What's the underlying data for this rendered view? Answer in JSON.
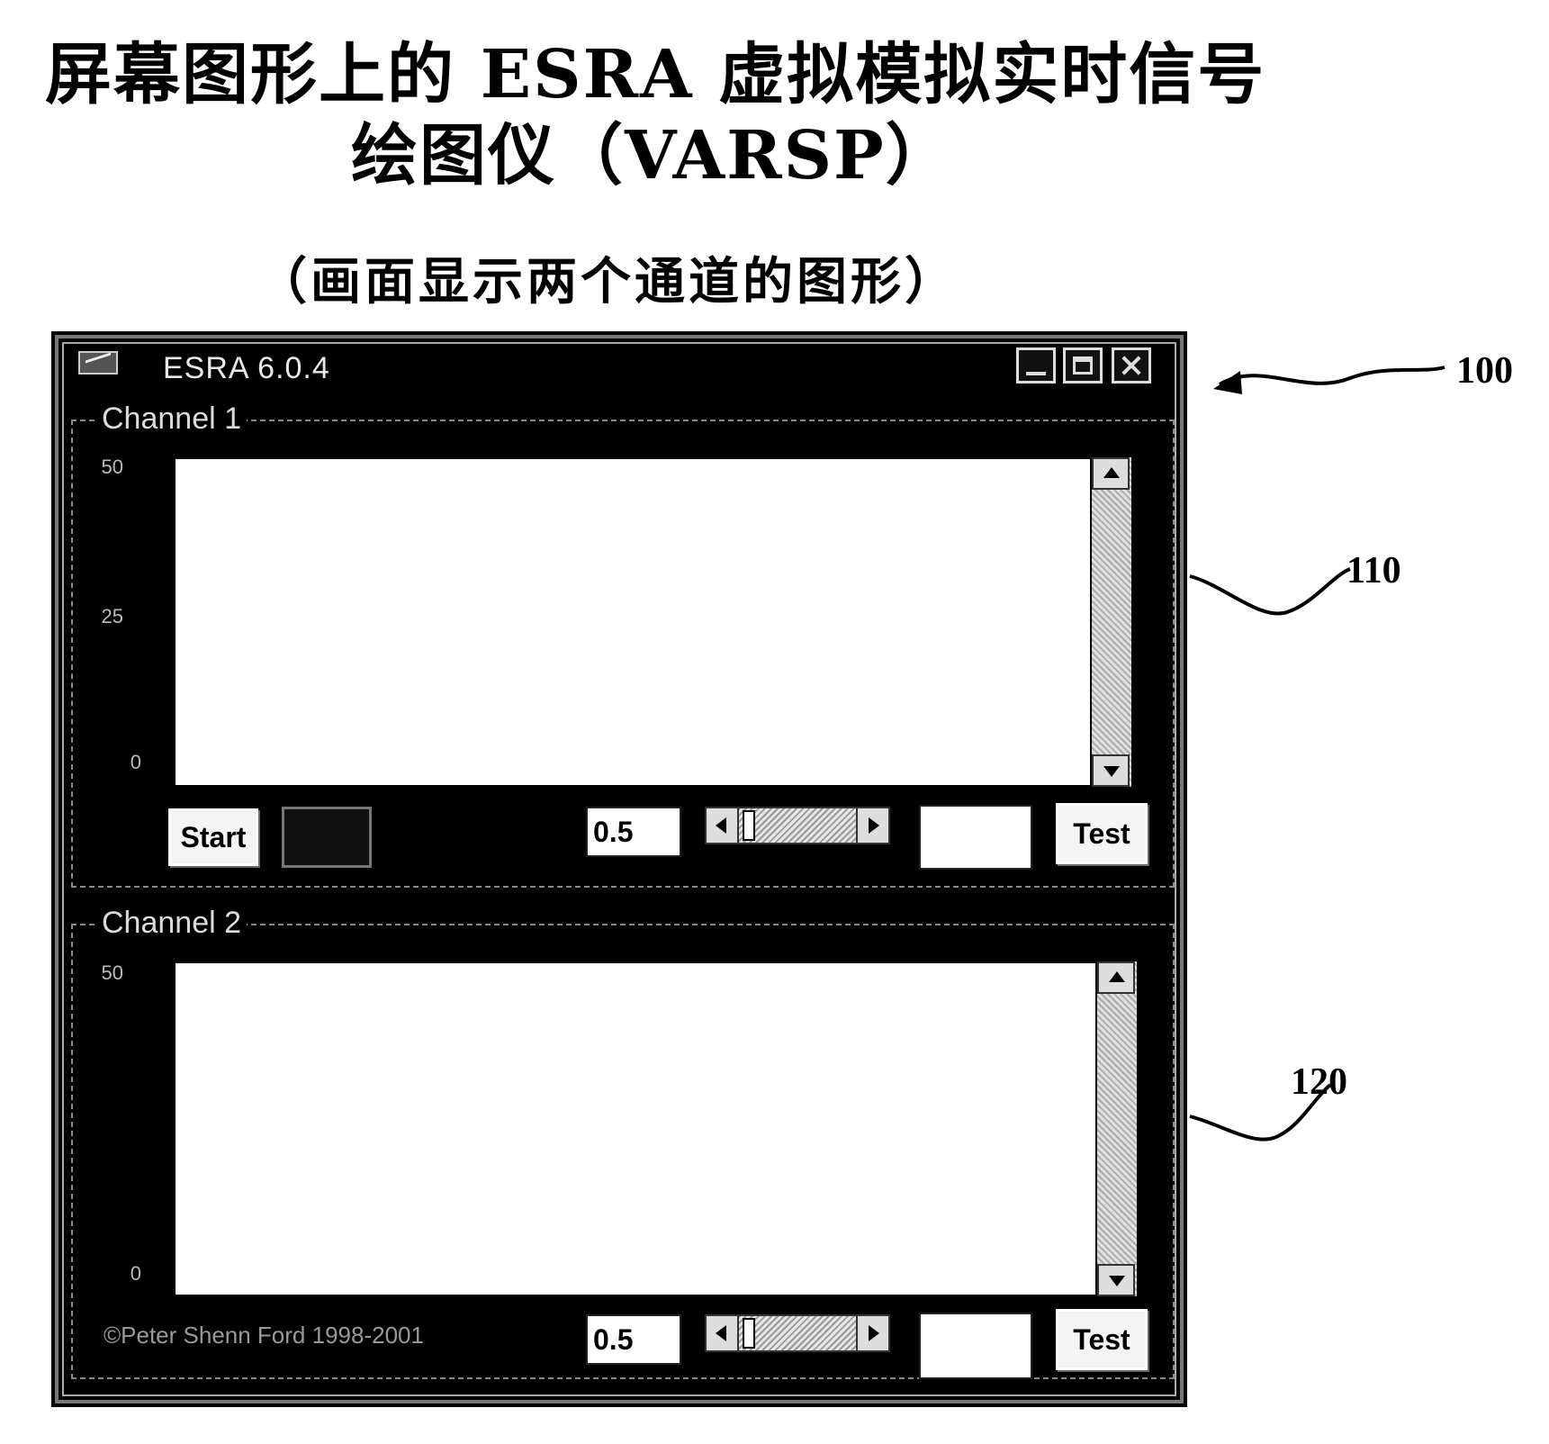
{
  "heading": {
    "line1": "屏幕图形上的 ESRA 虚拟模拟实时信号",
    "line2": "绘图仪（VARSP）",
    "subtitle": "（画面显示两个通道的图形）"
  },
  "window": {
    "title": "ESRA 6.0.4",
    "icons": {
      "app": "app-icon",
      "minimize": "minimize-icon",
      "maximize": "maximize-icon",
      "close": "close-icon"
    }
  },
  "channel1": {
    "label": "Channel 1",
    "y_ticks": [
      "50",
      "25",
      "0"
    ],
    "start_label": "Start",
    "interval_value": "0.5",
    "test_label": "Test"
  },
  "channel2": {
    "label": "Channel 2",
    "y_ticks": [
      "50",
      "0"
    ],
    "interval_value": "0.5",
    "test_label": "Test"
  },
  "footer": {
    "copyright": "©Peter Shenn Ford 1998-2001"
  },
  "callouts": {
    "ref_100": "100",
    "ref_110": "110",
    "ref_120": "120"
  }
}
